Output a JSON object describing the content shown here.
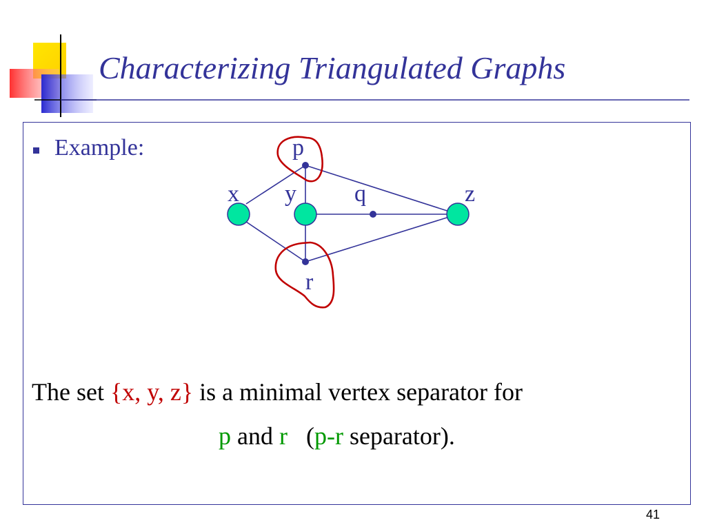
{
  "slide": {
    "title": "Characterizing Triangulated Graphs",
    "bullet": "Example:",
    "number": "41"
  },
  "graph": {
    "nodes": {
      "p": "p",
      "x": "x",
      "y": "y",
      "q": "q",
      "z": "z",
      "r": "r"
    }
  },
  "statement": {
    "line1_prefix": "The set ",
    "separator_set": "{x, y, z}",
    "line1_suffix": " is a minimal vertex separator for",
    "node_a": "p",
    "and_word": " and ",
    "node_b": "r",
    "gap": "   (",
    "pair": "p-r",
    "line2_suffix": " separator)."
  },
  "colors": {
    "title": "#333399",
    "highlight_red": "#c00000",
    "highlight_green": "#009900",
    "node_fill": "#00e6a0",
    "edge": "#333399"
  }
}
